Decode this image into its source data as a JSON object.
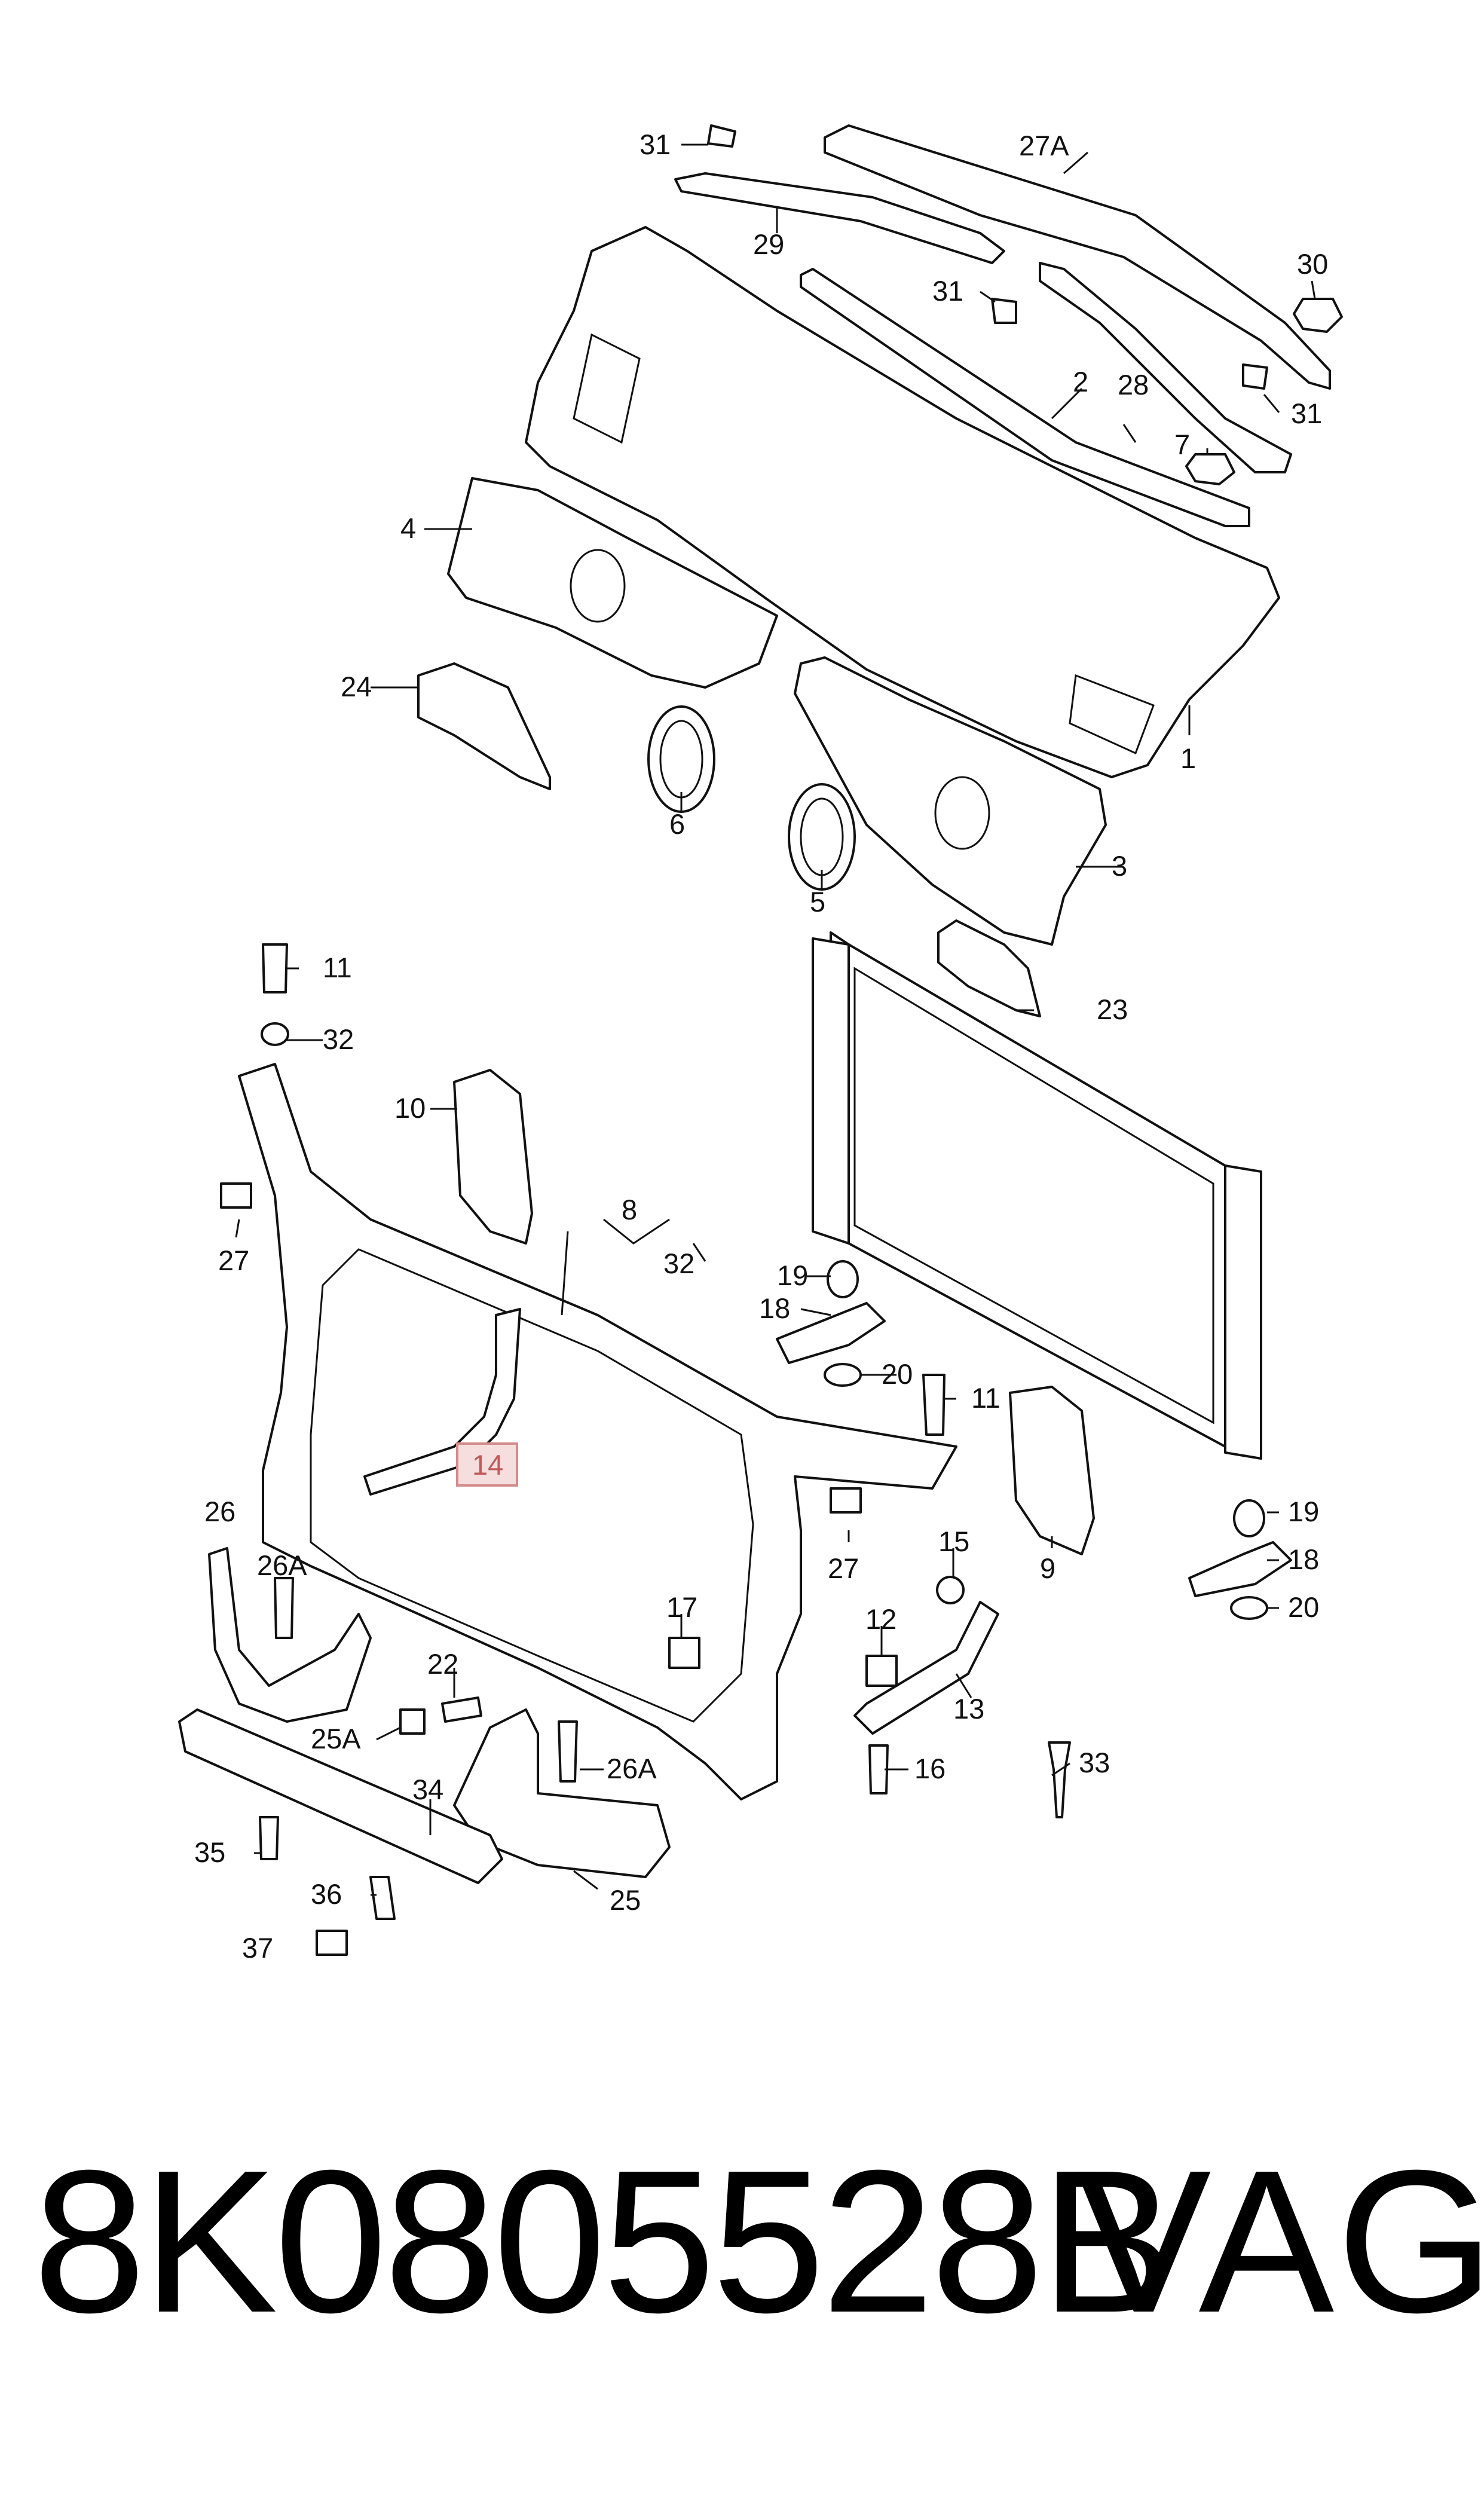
{
  "diagram": {
    "labels": {
      "l31a": "31",
      "l27A": "27A",
      "l29": "29",
      "l30": "30",
      "l31b": "31",
      "l31c": "31",
      "l2": "2",
      "l28": "28",
      "l7": "7",
      "l4": "4",
      "l1": "1",
      "l24": "24",
      "l6": "6",
      "l5": "5",
      "l3": "3",
      "l11a": "11",
      "l32a": "32",
      "l23": "23",
      "l10": "10",
      "l8": "8",
      "l32b": "32",
      "l27a": "27",
      "l19a": "19",
      "l18a": "18",
      "l20a": "20",
      "l11b": "11",
      "l14": "14",
      "l26": "26",
      "l26Aa": "26A",
      "l9": "9",
      "l19b": "19",
      "l18b": "18",
      "l27b": "27",
      "l15": "15",
      "l20b": "20",
      "l17": "17",
      "l12": "12",
      "l22": "22",
      "l25A": "25A",
      "l26Ab": "26A",
      "l13": "13",
      "l16": "16",
      "l33": "33",
      "l34": "34",
      "l35": "35",
      "l25": "25",
      "l36": "36",
      "l37": "37"
    },
    "highlighted_part": "14"
  },
  "footer": {
    "part_number": "8K0805528B",
    "brand": "VAG"
  }
}
